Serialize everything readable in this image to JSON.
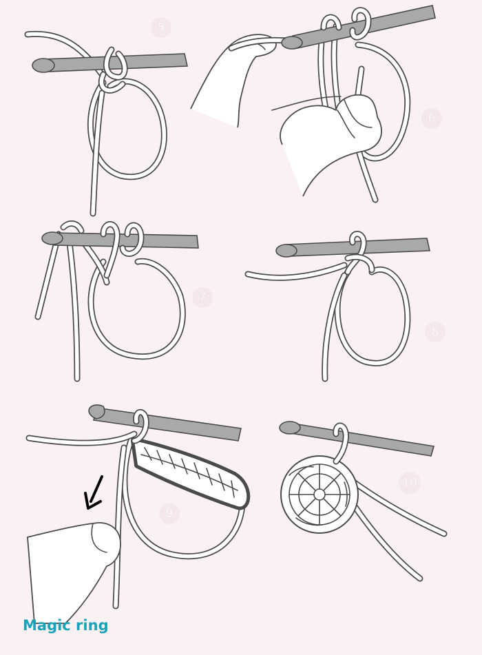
{
  "caption": "Magic ring",
  "colors": {
    "background": "#f9f1f2",
    "accent": "#1aa3b8",
    "hook": "#a9a9a7",
    "outline": "#4a4a4a",
    "yarn": "#ffffff",
    "arrow": "#000000"
  },
  "steps": [
    {
      "number": "5"
    },
    {
      "number": "6"
    },
    {
      "number": "7"
    },
    {
      "number": "8"
    },
    {
      "number": "9"
    },
    {
      "number": "10"
    }
  ],
  "icons": [
    "crochet-hook-icon",
    "hand-icon",
    "yarn-loop-icon",
    "down-left-arrow-icon"
  ]
}
